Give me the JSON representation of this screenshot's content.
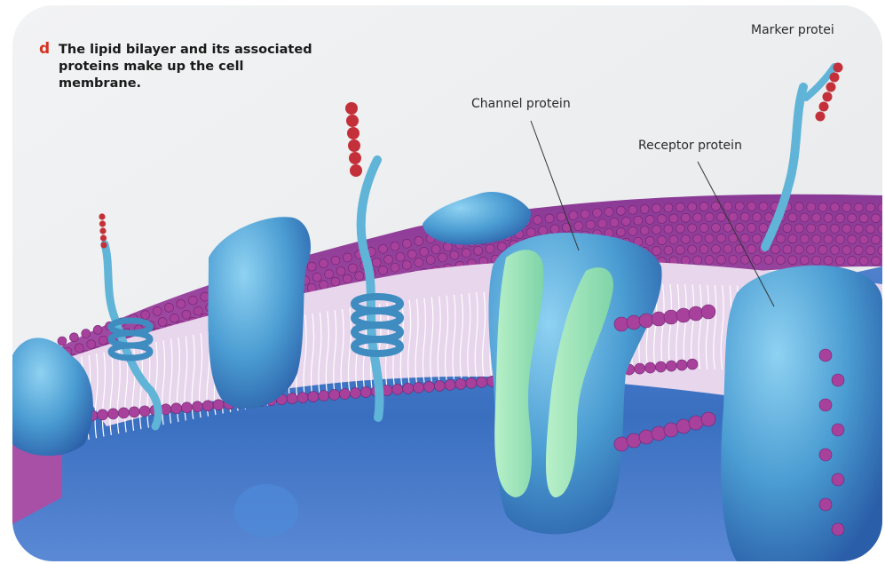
{
  "figure": {
    "panel_letter": "d",
    "caption": "The lipid bilayer and its associated proteins make up the cell membrane.",
    "labels": {
      "channel": "Channel protein",
      "receptor": "Receptor protein",
      "marker": "Marker protei"
    }
  },
  "colors": {
    "lipid_head": "#a8419c",
    "lipid_tail": "#e6d2ea",
    "protein": "#4a9cd2",
    "channel_inner": "#9fe0b8",
    "glyco_chain": "#c4303a",
    "cytoplasm": "#3f78c8",
    "caption_letter": "#d6321e"
  }
}
